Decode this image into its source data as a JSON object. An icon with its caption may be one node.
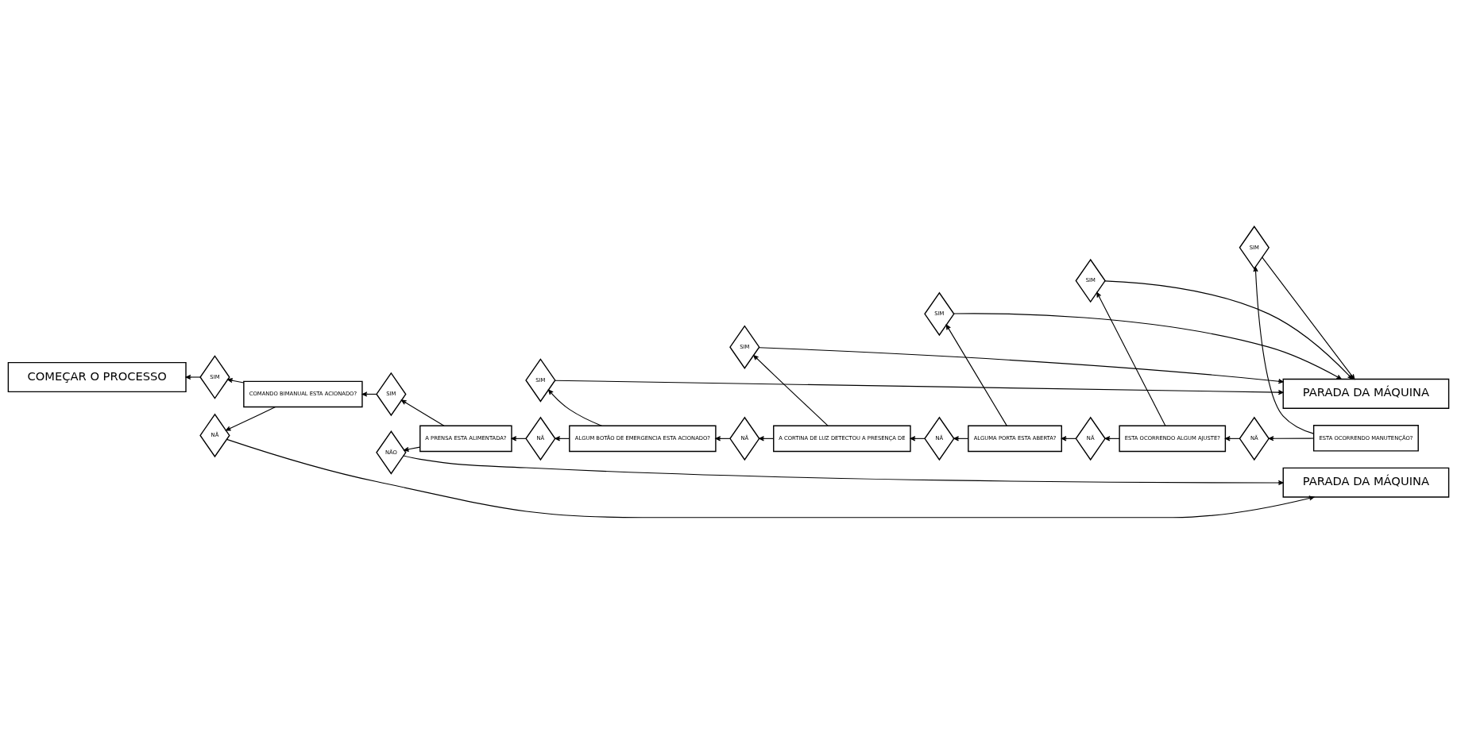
{
  "diagram": {
    "nodes": [
      {
        "text": [
          "PARADA DA MÁQUINA"
        ]
      },
      {
        "text": [
          "COMEÇAR O PROCESSO"
        ]
      },
      {
        "text": [
          "PARADA DA MÁQUINA"
        ]
      },
      {
        "text": [
          "ESTA OCORRENDO MANUTENÇÃO?"
        ]
      },
      {
        "text": [
          "SIM"
        ]
      },
      {
        "text": [
          "NÃ"
        ]
      },
      {
        "text": [
          "ESTA OCORRENDO ALGUM AJUSTE?"
        ]
      },
      {
        "text": [
          "SIM"
        ]
      },
      {
        "text": [
          "NÃ"
        ]
      },
      {
        "text": [
          "ALGUMA PORTA ESTA ABERTA?"
        ]
      },
      {
        "text": [
          "SIM"
        ]
      },
      {
        "text": [
          "NÃ"
        ]
      },
      {
        "text": [
          "A CORTINA DE LUZ DETECTOU A PRESENÇA DE"
        ]
      },
      {
        "text": [
          "SIM"
        ]
      },
      {
        "text": [
          "NÃ"
        ]
      },
      {
        "text": [
          "ALGUM BOTÃO DE EMERGENCIA ESTA ACIONADO?"
        ]
      },
      {
        "text": [
          "SIM"
        ]
      },
      {
        "text": [
          "NÃ"
        ]
      },
      {
        "text": [
          "A PRENSA ESTA ALIMENTADA?"
        ]
      },
      {
        "text": [
          "SIM"
        ]
      },
      {
        "text": [
          "NÃO"
        ]
      },
      {
        "text": [
          "COMANDO BIMANUAL ESTA ACIONADO?"
        ]
      },
      {
        "text": [
          "SIM"
        ]
      },
      {
        "text": [
          "NÃ"
        ]
      }
    ],
    "edges": [
      {
        "from": 3,
        "to": 4,
        "arrow": "to"
      },
      {
        "from": 3,
        "to": 5,
        "arrow": "to"
      },
      {
        "from": 4,
        "to": 0,
        "arrow": "to"
      },
      {
        "from": 5,
        "to": 6,
        "arrow": "to"
      },
      {
        "from": 6,
        "to": 7,
        "arrow": "to"
      },
      {
        "from": 6,
        "to": 8,
        "arrow": "to"
      },
      {
        "from": 7,
        "to": 0,
        "arrow": "to"
      },
      {
        "from": 8,
        "to": 9,
        "arrow": "to"
      },
      {
        "from": 9,
        "to": 10,
        "arrow": "to"
      },
      {
        "from": 9,
        "to": 11,
        "arrow": "to"
      },
      {
        "from": 10,
        "to": 0,
        "arrow": "to"
      },
      {
        "from": 11,
        "to": 12,
        "arrow": "to"
      },
      {
        "from": 12,
        "to": 13,
        "arrow": "to"
      },
      {
        "from": 12,
        "to": 14,
        "arrow": "to"
      },
      {
        "from": 13,
        "to": 0,
        "arrow": "to"
      },
      {
        "from": 14,
        "to": 15,
        "arrow": "to"
      },
      {
        "from": 15,
        "to": 16,
        "arrow": "to"
      },
      {
        "from": 15,
        "to": 17,
        "arrow": "to"
      },
      {
        "from": 16,
        "to": 0,
        "arrow": "to"
      },
      {
        "from": 17,
        "to": 18,
        "arrow": "to"
      },
      {
        "from": 18,
        "to": 19,
        "arrow": "to"
      },
      {
        "from": 18,
        "to": 20,
        "arrow": "to"
      },
      {
        "from": 19,
        "to": 21,
        "arrow": "to"
      },
      {
        "from": 20,
        "to": 2,
        "arrow": "to"
      },
      {
        "from": 21,
        "to": 22,
        "arrow": "to"
      },
      {
        "from": 21,
        "to": 23,
        "arrow": "to"
      },
      {
        "from": 22,
        "to": 1,
        "arrow": "to"
      },
      {
        "from": 23,
        "to": 2,
        "arrow": "to"
      }
    ]
  }
}
